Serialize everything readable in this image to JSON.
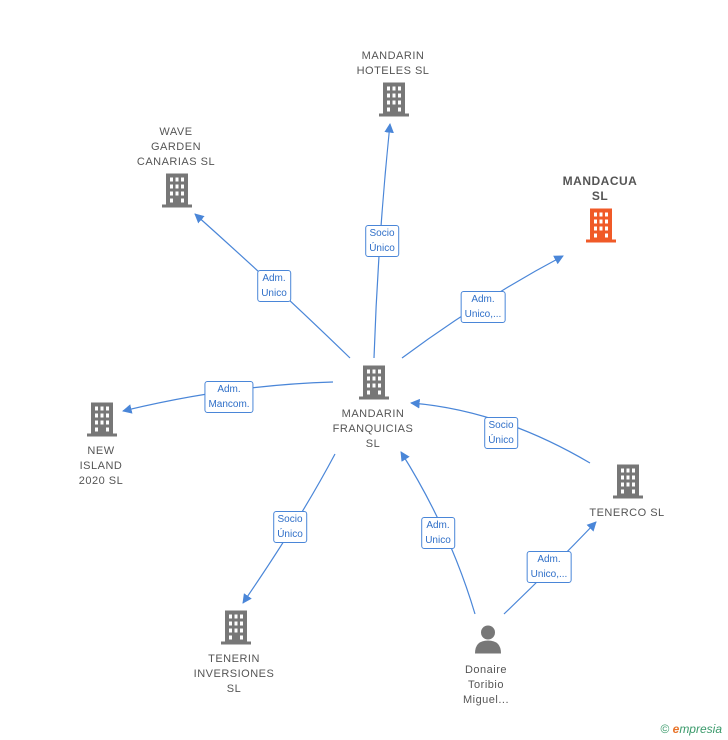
{
  "nodes": {
    "center": {
      "label": "MANDARIN\nFRANQUICIAS\nSL",
      "icon": "building-icon"
    },
    "hoteles": {
      "label": "MANDARIN\nHOTELES  SL",
      "icon": "building-icon"
    },
    "wave": {
      "label": "WAVE\nGARDEN\nCANARIAS  SL",
      "icon": "building-icon"
    },
    "mandacua": {
      "label": "MANDACUA\nSL",
      "icon": "building-icon",
      "color": "#f05a28"
    },
    "newisland": {
      "label": "NEW\nISLAND\n2020  SL",
      "icon": "building-icon"
    },
    "tenerco": {
      "label": "TENERCO SL",
      "icon": "building-icon"
    },
    "tenerin": {
      "label": "TENERIN\nINVERSIONES\nSL",
      "icon": "building-icon"
    },
    "donaire": {
      "label": "Donaire\nToribio\nMiguel...",
      "icon": "person-icon"
    }
  },
  "edges": {
    "hoteles": "Socio\nÚnico",
    "wave": "Adm.\nUnico",
    "mandacua": "Adm.\nUnico,...",
    "newisland": "Adm.\nMancom.",
    "tenerco_center": "Socio\nÚnico",
    "tenerin": "Socio\nÚnico",
    "donaire_center": "Adm.\nUnico",
    "donaire_tenerco": "Adm.\nUnico,..."
  },
  "colors": {
    "edge": "#4a86d8",
    "icon": "#777777",
    "highlight": "#f05a28"
  },
  "footer": {
    "copyright": "©",
    "brand_e": "e",
    "brand_rest": "mpresia"
  }
}
